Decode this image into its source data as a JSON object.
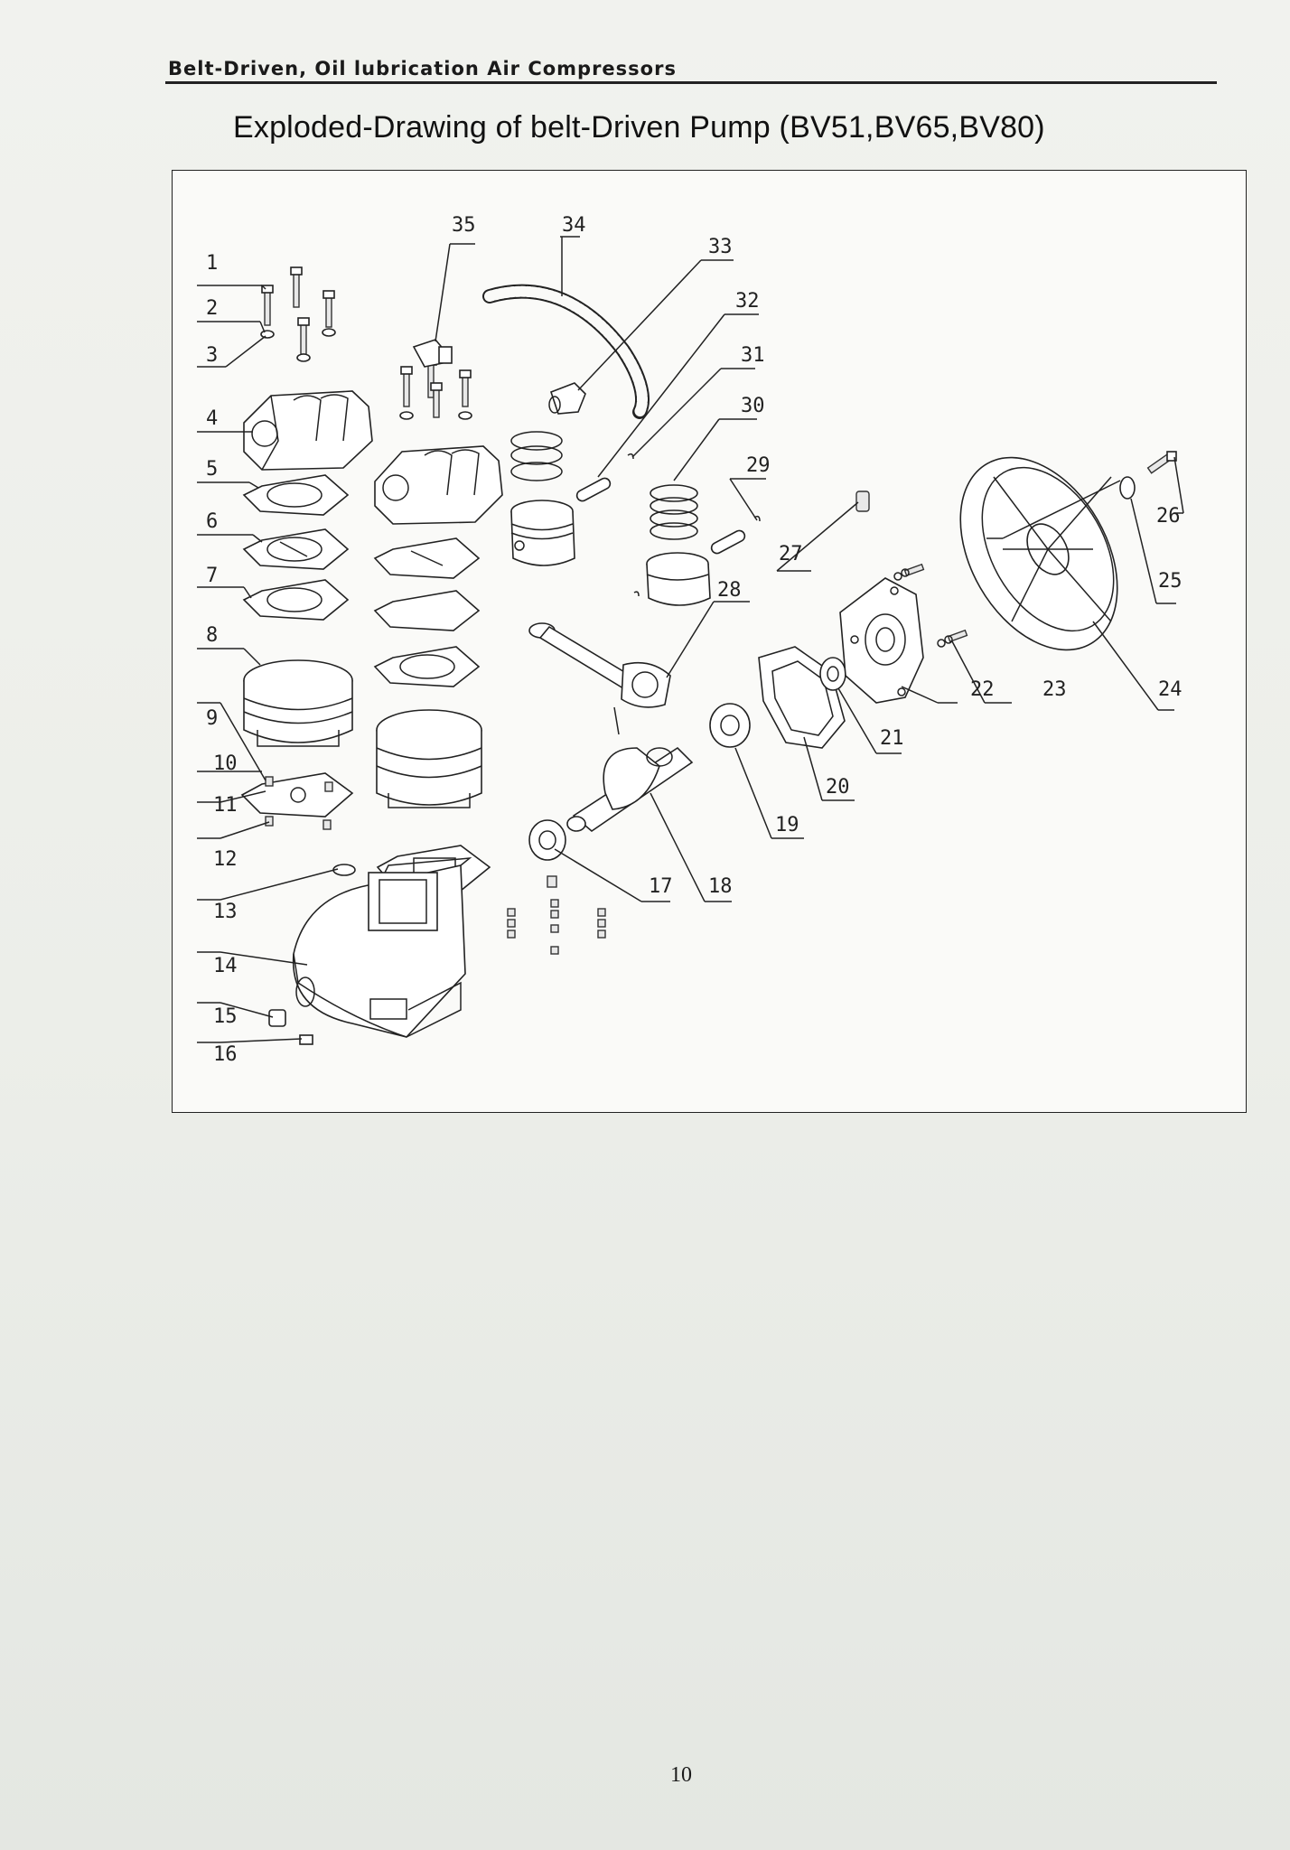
{
  "header": {
    "running_head": "Belt-Driven, Oil lubrication Air Compressors"
  },
  "title": "Exploded-Drawing of belt-Driven Pump (BV51,BV65,BV80)",
  "diagram": {
    "callouts": [
      "1",
      "2",
      "3",
      "4",
      "5",
      "6",
      "7",
      "8",
      "9",
      "10",
      "11",
      "12",
      "13",
      "14",
      "15",
      "16",
      "17",
      "18",
      "19",
      "20",
      "21",
      "22",
      "23",
      "24",
      "25",
      "26",
      "27",
      "28",
      "29",
      "30",
      "31",
      "32",
      "33",
      "34",
      "35"
    ]
  },
  "footer": {
    "page_number": "10"
  }
}
